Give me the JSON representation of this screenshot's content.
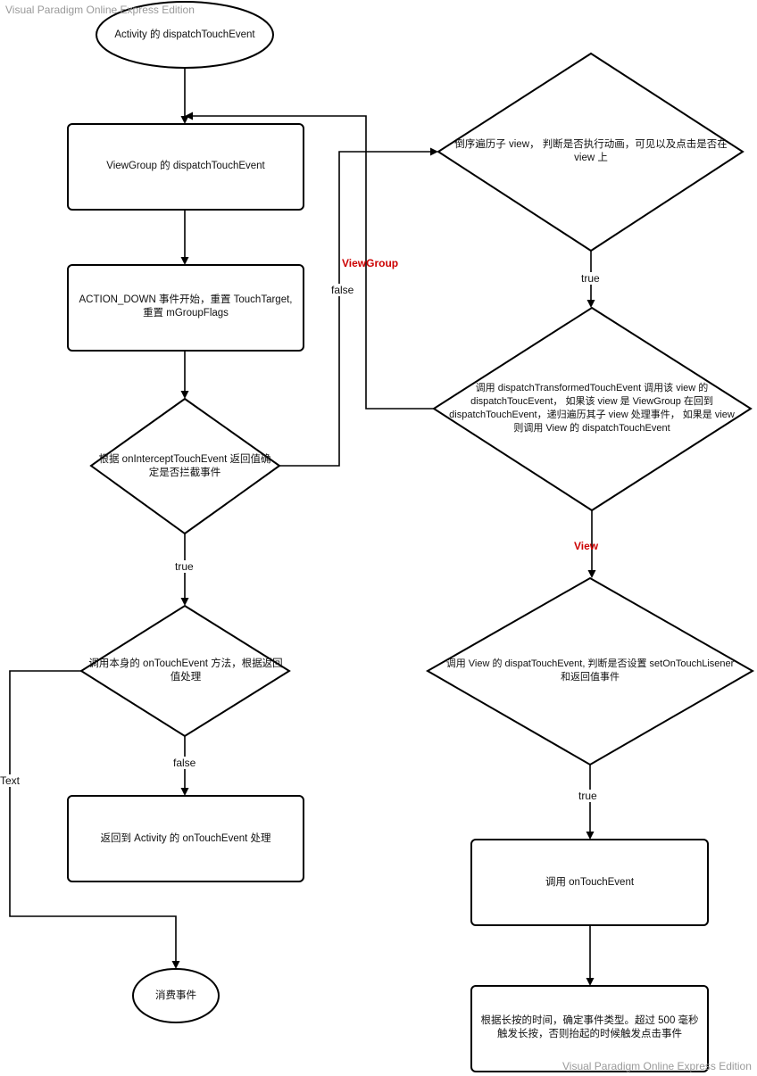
{
  "watermark": {
    "top": "Visual Paradigm Online Express Edition",
    "bottom": "Visual Paradigm Online Express Edition"
  },
  "nodes": {
    "activity_dispatch": "Activity 的 dispatchTouchEvent",
    "viewgroup_dispatch": "ViewGroup 的 dispatchTouchEvent",
    "action_down": "ACTION_DOWN 事件开始，重置 TouchTarget,\n重置  mGroupFlags",
    "intercept_decision": "根据  onInterceptTouchEvent 返回值确\n定是否拦截事件",
    "self_ontouch": "调用本身的 onTouchEvent 方法，根据返回\n值处理",
    "return_activity": "返回到 Activity 的 onTouchEvent 处理",
    "consume_event": "消费事件",
    "reverse_traverse": "倒序遍历子 view，  判断是否执行动画，可见以及点击是否在\nview 上",
    "dispatch_transformed": "调用  dispatchTransformedTouchEvent 调用该 view 的\ndispatchToucEvent，  如果该 view 是 ViewGroup 在回到\ndispatchTouchEvent，递归遍历其子 view 处理事件，  如果是  view\n则调用 View 的 dispatchTouchEvent",
    "view_dispatch": "调用 View 的 dispatTouchEvent, 判断是否设置 setOnTouchLisener\n和返回值事件",
    "call_ontouch": "调用  onTouchEvent",
    "long_press": "根据长按的时间，确定事件类型。超过 500 毫秒\n触发长按，否则抬起的时候触发点击事件"
  },
  "edge_labels": {
    "false_intercept": "false",
    "viewgroup_branch": "ViewGroup",
    "true_traverse": "true",
    "true_intercept": "true",
    "view_branch": "View",
    "false_self": "false",
    "text_branch": "Text",
    "true_view": "true"
  },
  "colors": {
    "branch_label": "#cc0000",
    "watermark": "#9a9a9a",
    "stroke": "#000000"
  }
}
